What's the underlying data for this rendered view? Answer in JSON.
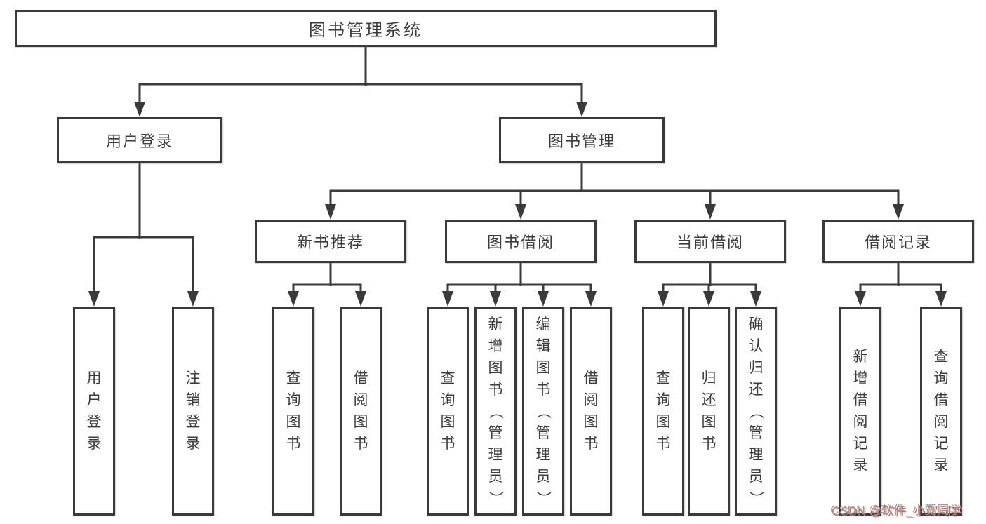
{
  "palette": {
    "line": "#3a3a3a",
    "text": "#3c3c3c",
    "background": "#ffffff",
    "watermark_gray": "#9e9e9e",
    "watermark_red": "#cf6a5d"
  },
  "tree": {
    "root": {
      "label": "图书管理系统"
    },
    "level2": [
      {
        "label": "用户登录"
      },
      {
        "label": "图书管理"
      }
    ],
    "level3": [
      {
        "label": "新书推荐"
      },
      {
        "label": "图书借阅"
      },
      {
        "label": "当前借阅"
      },
      {
        "label": "借阅记录"
      }
    ],
    "leaves": {
      "user": [
        "用户登录",
        "注销登录"
      ],
      "recommend": [
        "查询图书",
        "借阅图书"
      ],
      "borrow": [
        "查询图书",
        "新增图书（管理员）",
        "编辑图书（管理员）",
        "借阅图书"
      ],
      "current": [
        "查询图书",
        "归还图书",
        "确认归还（管理员）"
      ],
      "records": [
        "新增借阅记录",
        "查询借阅记录"
      ]
    }
  },
  "watermark": {
    "text": "CSDN @软件_小贺同学"
  }
}
